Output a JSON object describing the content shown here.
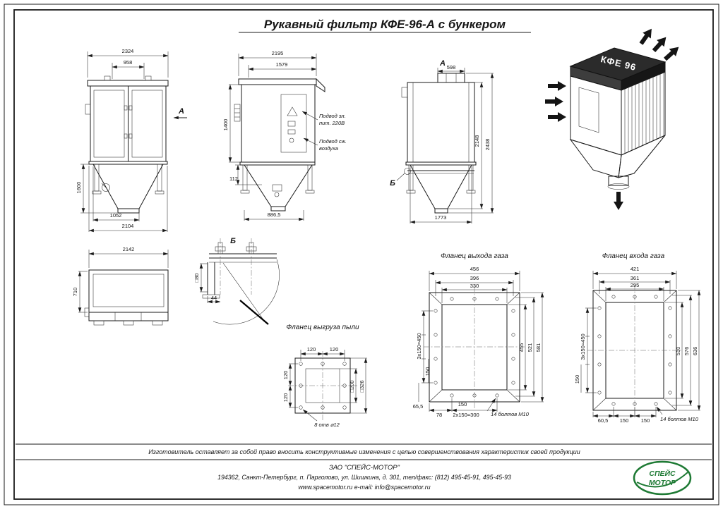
{
  "title": "Рукавный фильтр КФЕ-96-А с бункером",
  "front_view": {
    "dim_total_width": "2324",
    "dim_hatch_width": "958",
    "section_arrow": "А",
    "dim_hopper_height": "1600",
    "dim_outlet_offset": "1052",
    "dim_base_width": "2104"
  },
  "plan_view": {
    "dim_width": "2142",
    "dim_depth": "710"
  },
  "side_view": {
    "dim_total_depth": "2195",
    "dim_inner_depth": "1579",
    "dim_body_height": "1400",
    "dim_ledge": "112",
    "dim_hopper_depth": "886,5",
    "note_power_line1": "Подвод эл.",
    "note_power_line2": "пит. 220В",
    "note_air_line1": "Подвод сж.",
    "note_air_line2": "воздуха"
  },
  "view_a": {
    "label": "А",
    "dim_hatch": "598",
    "dim_body_height": "2148",
    "dim_total_height": "2438",
    "detail_callout": "Б",
    "dim_base": "1773"
  },
  "detail_b": {
    "label": "Б",
    "dim_profile": "□80",
    "dim_offset": "44"
  },
  "flange_dust": {
    "title": "Фланец выгруза пыли",
    "dim_top_left": "120",
    "dim_top_right": "120",
    "dim_left_top": "120",
    "dim_left_bottom": "120",
    "dim_opening": "□200",
    "dim_outer": "□326",
    "note_holes": "8 отв ⌀12"
  },
  "flange_out": {
    "title": "Фланец выхода газа",
    "dim_outer_width": "456",
    "dim_bolt_width": "396",
    "dim_opening_width": "330",
    "dim_bolt_pitch_v": "3х150=450",
    "dim_pitch_150": "150",
    "dim_offset_655": "65,5",
    "dim_offset_78": "78",
    "dim_bottom_150": "150",
    "dim_bottom_pitch": "2х150=300",
    "note_bolts": "14 болтов М10",
    "dim_opening_height": "455",
    "dim_bolt_height": "521",
    "dim_outer_height": "581"
  },
  "flange_in": {
    "title": "Фланец входа газа",
    "dim_outer_width": "421",
    "dim_bolt_width": "361",
    "dim_opening_width": "295",
    "dim_bolt_pitch_v": "3х150=450",
    "dim_pitch_150": "150",
    "dim_offset": "60,5",
    "dim_bottom_150a": "150",
    "dim_bottom_150b": "150",
    "note_bolts": "14 болтов М10",
    "dim_opening_height": "510",
    "dim_bolt_height": "576",
    "dim_outer_height": "636"
  },
  "iso_view": {
    "model_label": "КФЕ 96"
  },
  "footer": {
    "disclaimer": "Изготовитель оставляет за собой право вносить конструктивные изменения с целью совершенствования характеристик своей продукции",
    "company": "ЗАО \"СПЕЙС-МОТОР\"",
    "address": "194362, Санкт-Петербург, п. Парголово, ул. Шишкина, д. 301, тел/факс: (812) 495-45-91, 495-45-93",
    "web": "www.spacemotor.ru  e-mail: info@spacemotor.ru",
    "logo_top": "СПЕЙС",
    "logo_bottom": "МОТОР"
  }
}
